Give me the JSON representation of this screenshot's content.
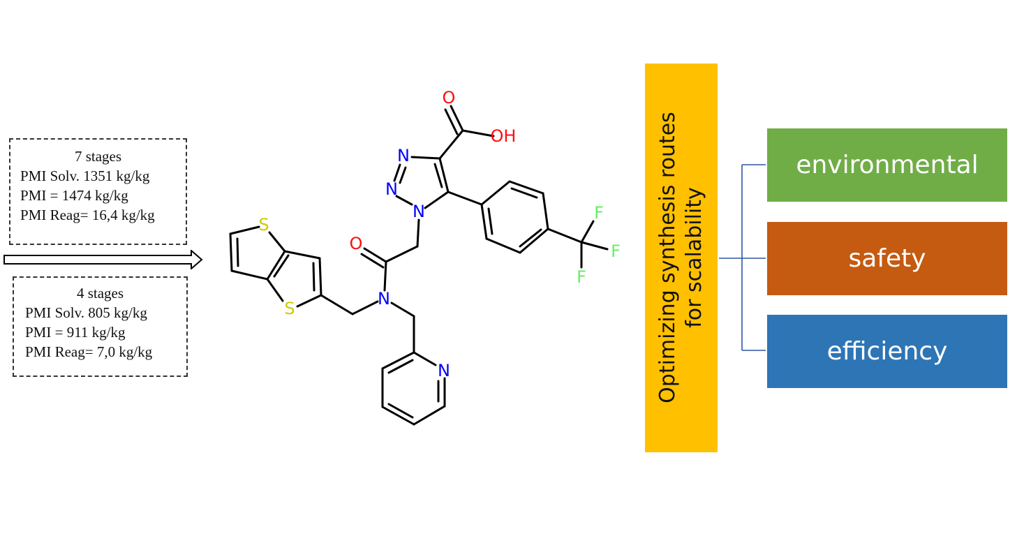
{
  "route_comparison": {
    "original_route": {
      "title": "7 stages",
      "lines": [
        "PMI Solv. 1351 kg/kg",
        "PMI = 1474 kg/kg",
        "PMI Reag= 16,4 kg/kg"
      ]
    },
    "optimized_route": {
      "title": "4 stages",
      "lines": [
        "PMI Solv. 805 kg/kg",
        "PMI = 911 kg/kg",
        "PMI Reag= 7,0 kg/kg"
      ]
    }
  },
  "molecule": {
    "atom_labels": {
      "o_acid": "O",
      "oh": "OH",
      "n3": "N",
      "n2": "N",
      "n1": "N",
      "o_amide": "O",
      "n_amide": "N",
      "s_top": "S",
      "s_bottom": "S",
      "n_pyridine": "N",
      "f1": "F",
      "f2": "F",
      "f3": "F"
    },
    "colors": {
      "bond": "#000000",
      "oxygen": "#FF0D0D",
      "nitrogen": "#0000FF",
      "sulfur": "#CCCC00",
      "fluorine": "#66EE66"
    }
  },
  "panel": {
    "title_line1": "Optimizing synthesis routes",
    "title_line2": "for scalability",
    "color": "#FFC000",
    "connector_color": "#2F55A4"
  },
  "categories": [
    {
      "label": "environmental",
      "color": "#70AD47"
    },
    {
      "label": "safety",
      "color": "#C55A11"
    },
    {
      "label": "efficiency",
      "color": "#2E75B6"
    }
  ]
}
